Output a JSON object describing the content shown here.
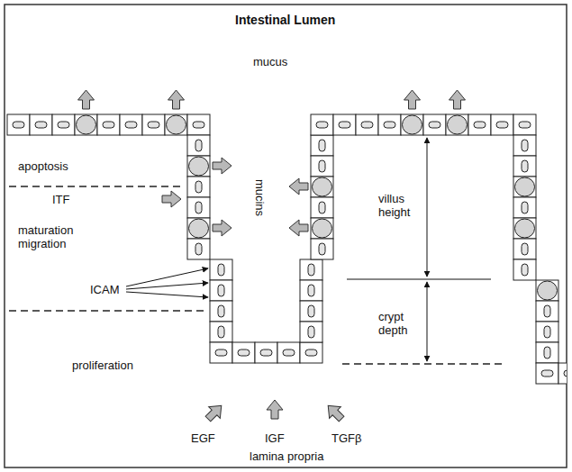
{
  "diagram": {
    "title": "Intestinal Lumen",
    "labels": [
      "mucus",
      "apoptosis",
      "ITF",
      "maturation migration",
      "mucins",
      "ICAM",
      "proliferation",
      "villus height",
      "crypt depth",
      "EGF",
      "IGF",
      "TGFβ",
      "lamina propria"
    ]
  }
}
